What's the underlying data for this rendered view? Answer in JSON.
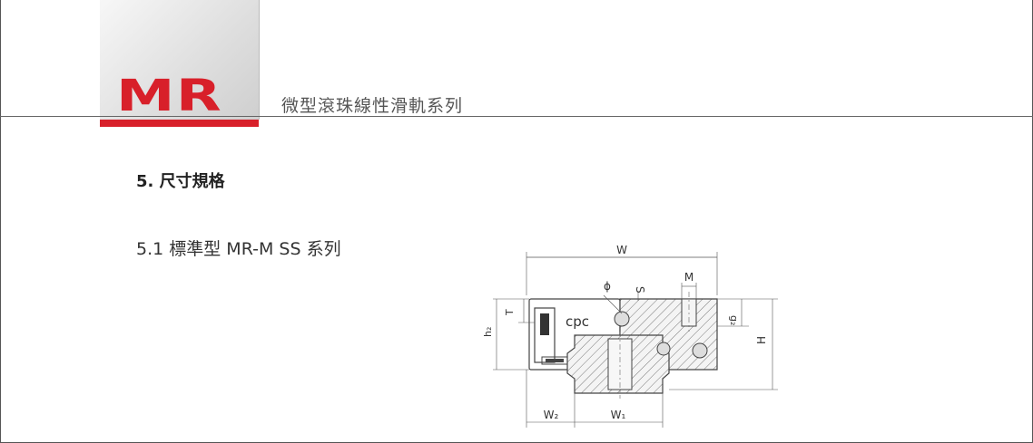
{
  "header": {
    "logo_text": "MR",
    "series_title": "微型滾珠線性滑軌系列"
  },
  "section": {
    "heading": "5. 尺寸規格",
    "subheading": "5.1 標準型 MR-M SS 系列"
  },
  "diagram": {
    "brand_mark": "cpc",
    "dimension_labels": {
      "W": "W",
      "phi": "ϕ",
      "S": "S",
      "M": "M",
      "T": "T",
      "h2": "h₂",
      "g2": "g₂",
      "H": "H",
      "W2": "W₂",
      "W1": "W₁"
    }
  },
  "colors": {
    "brand_red": "#d8202a",
    "hatch": "#888888"
  }
}
